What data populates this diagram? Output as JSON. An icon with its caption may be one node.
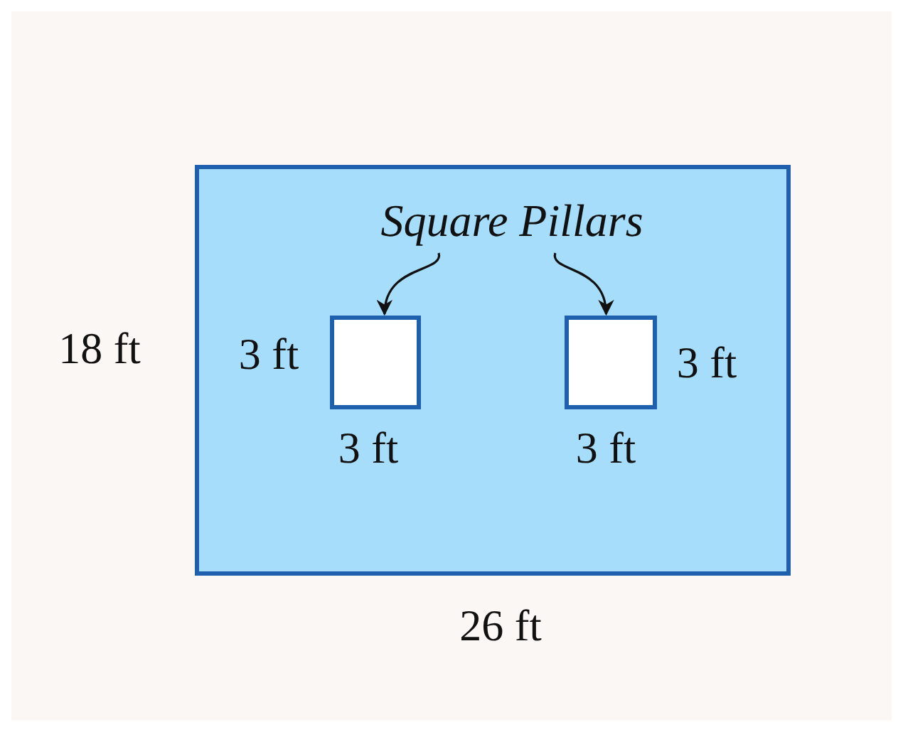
{
  "diagram": {
    "nodes": [
      {
        "text": [],
        "shape": "box"
      },
      {
        "text": [
          "Square Pillars"
        ],
        "in": 0
      },
      {
        "text": [],
        "shape": "box",
        "in": 0
      },
      {
        "text": [],
        "shape": "box",
        "in": 0
      }
    ],
    "edges": [
      {
        "from": 1,
        "to": 2,
        "arrow": "to"
      },
      {
        "from": 1,
        "to": 3,
        "arrow": "to"
      }
    ],
    "labels": [
      "18 ft",
      "3 ft",
      "3 ft",
      "3 ft",
      "3 ft",
      "26 ft"
    ]
  }
}
